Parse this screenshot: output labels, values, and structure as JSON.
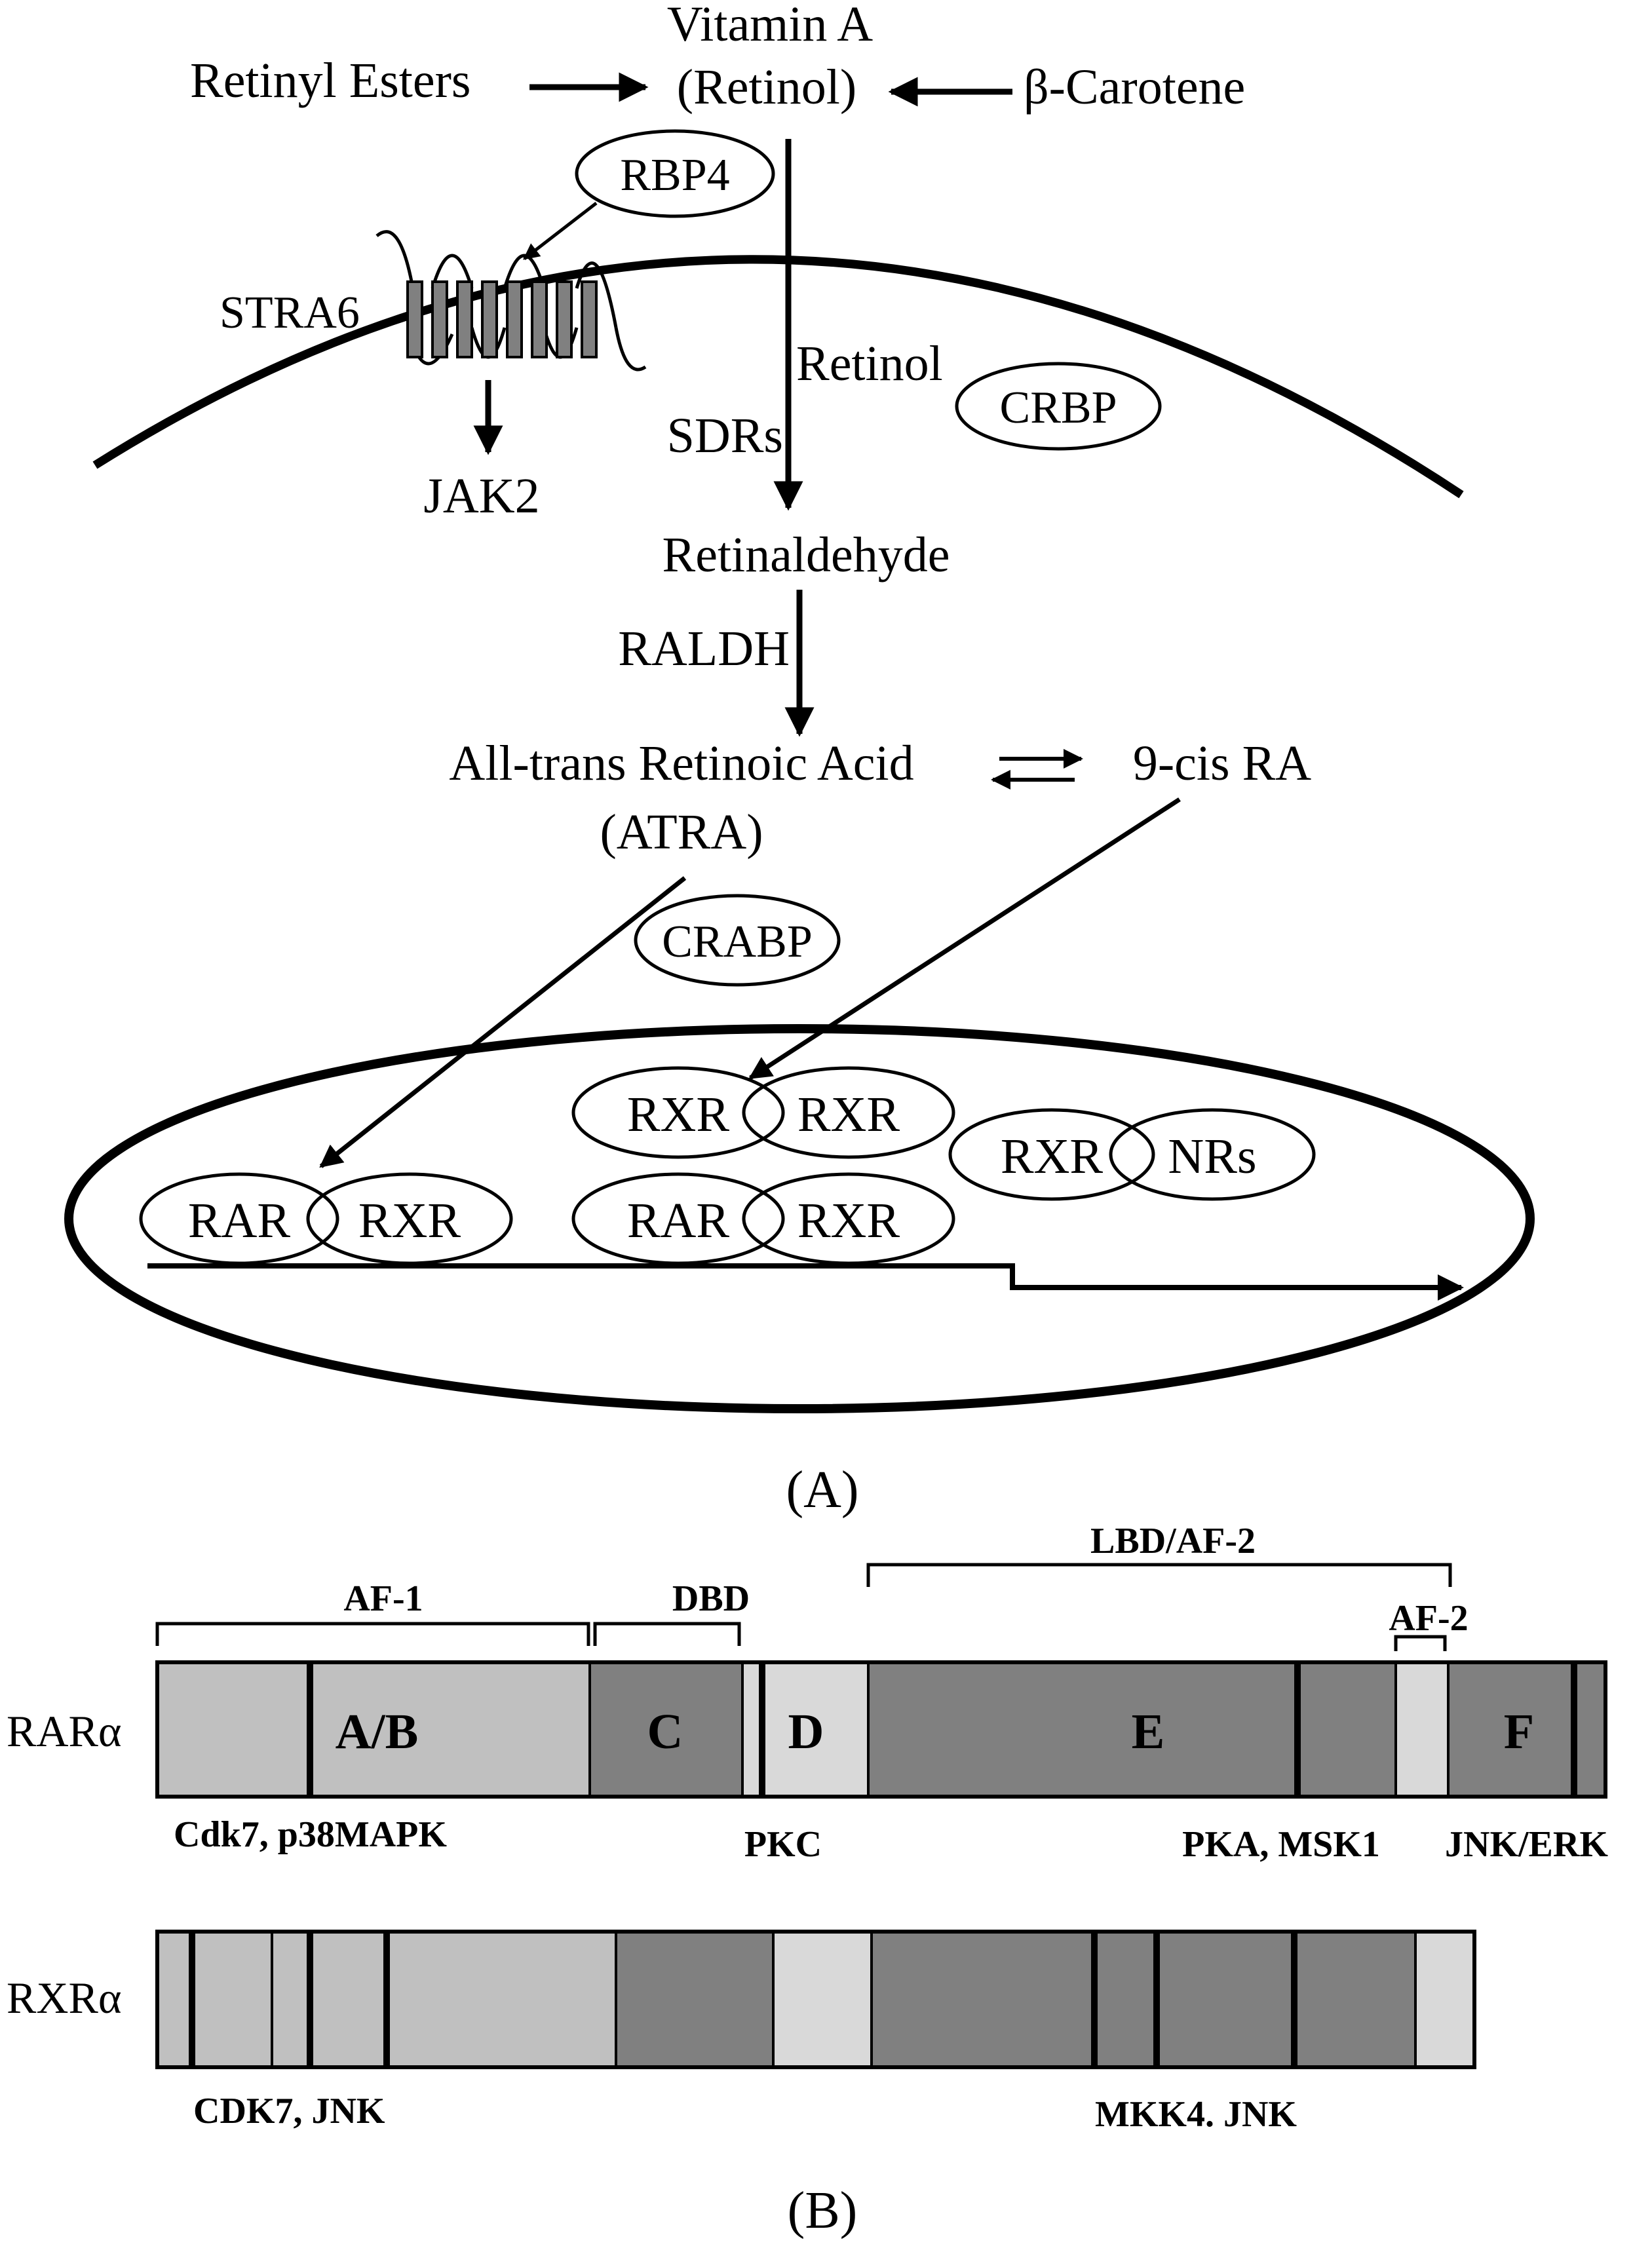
{
  "panel_a": {
    "label": "(A)",
    "vitamin_a": "Vitamin A",
    "retinol_paren": "(Retinol)",
    "retinyl_esters": "Retinyl Esters",
    "beta_carotene": "β-Carotene",
    "rbp4": "RBP4",
    "stra6": "STRA6",
    "jak2": "JAK2",
    "retinol": "Retinol",
    "crbp": "CRBP",
    "sdrs": "SDRs",
    "retinaldehyde": "Retinaldehyde",
    "raldh": "RALDH",
    "atra_name": "All-trans Retinoic Acid",
    "atra_abbr": "(ATRA)",
    "nine_cis_ra": "9-cis RA",
    "crabp": "CRABP",
    "rar_1": "RAR",
    "rxr_1": "RXR",
    "rxr_2a": "RXR",
    "rxr_2b": "RXR",
    "rar_3": "RAR",
    "rxr_3": "RXR",
    "rxr_4": "RXR",
    "nrs": "NRs"
  },
  "panel_b": {
    "label": "(B)",
    "rar_alpha": "RARα",
    "rxr_alpha": "RXRα",
    "af1": "AF-1",
    "dbd": "DBD",
    "lbd_af2": "LBD/AF-2",
    "af2": "AF-2",
    "seg_ab": "A/B",
    "seg_c": "C",
    "seg_d": "D",
    "seg_e": "E",
    "seg_f": "F",
    "kin_cdk7_p38": "Cdk7, p38MAPK",
    "kin_pkc": "PKC",
    "kin_pka_msk1": "PKA, MSK1",
    "kin_jnk_erk": "JNK/ERK",
    "kin_cdk7_jnk": "CDK7, JNK",
    "kin_mkk4_jnk": "MKK4. JNK"
  },
  "colors": {
    "light_gray": "#c0c0c0",
    "mid_gray": "#808080",
    "pale_gray": "#d9d9d9",
    "stroke": "#000000"
  }
}
